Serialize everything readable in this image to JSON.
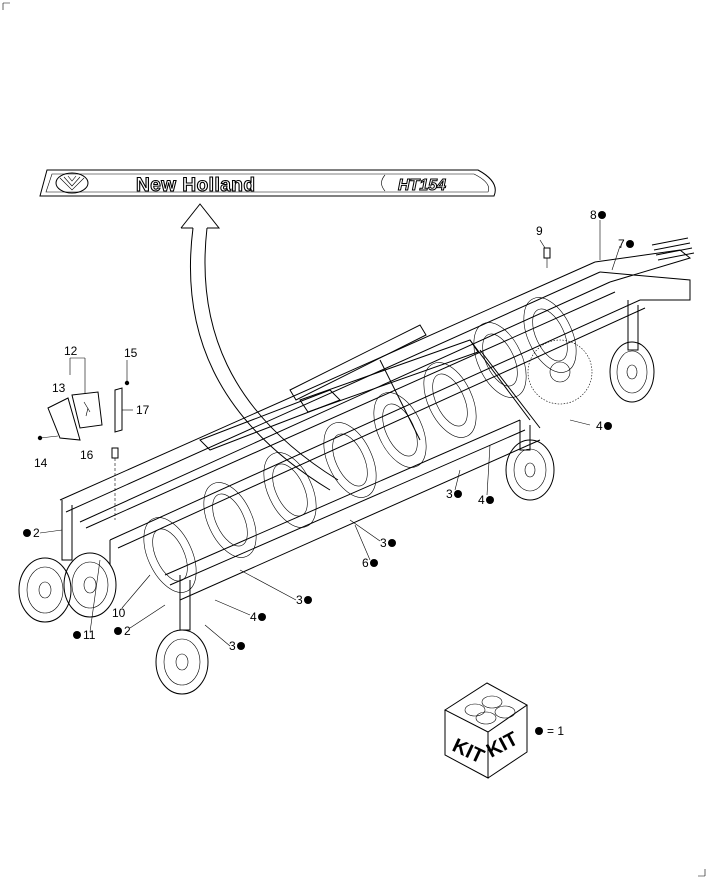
{
  "decal": {
    "brand": "New Holland",
    "model": "HT154"
  },
  "kit": {
    "label_left": "KIT",
    "label_right": "KIT",
    "legend": "= 1"
  },
  "callouts": [
    {
      "id": "c-9",
      "text": "9",
      "marker": false
    },
    {
      "id": "c-8",
      "text": "8",
      "marker": true
    },
    {
      "id": "c-7",
      "text": "7",
      "marker": true
    },
    {
      "id": "c-12",
      "text": "12",
      "marker": false
    },
    {
      "id": "c-15",
      "text": "15",
      "marker": false
    },
    {
      "id": "c-13",
      "text": "13",
      "marker": false
    },
    {
      "id": "c-17",
      "text": "17",
      "marker": false
    },
    {
      "id": "c-14",
      "text": "14",
      "marker": false
    },
    {
      "id": "c-16",
      "text": "16",
      "marker": false
    },
    {
      "id": "c-4a",
      "text": "4",
      "marker": true
    },
    {
      "id": "c-3a",
      "text": "3",
      "marker": true
    },
    {
      "id": "c-4b",
      "text": "4",
      "marker": true
    },
    {
      "id": "c-2a",
      "text": "2",
      "marker": true
    },
    {
      "id": "c-3b",
      "text": "3",
      "marker": true
    },
    {
      "id": "c-6",
      "text": "6",
      "marker": true
    },
    {
      "id": "c-3c",
      "text": "3",
      "marker": true
    },
    {
      "id": "c-10",
      "text": "10",
      "marker": false
    },
    {
      "id": "c-4c",
      "text": "4",
      "marker": true
    },
    {
      "id": "c-11",
      "text": "11",
      "marker": true
    },
    {
      "id": "c-2b",
      "text": "2",
      "marker": true
    },
    {
      "id": "c-3d",
      "text": "3",
      "marker": true
    }
  ]
}
